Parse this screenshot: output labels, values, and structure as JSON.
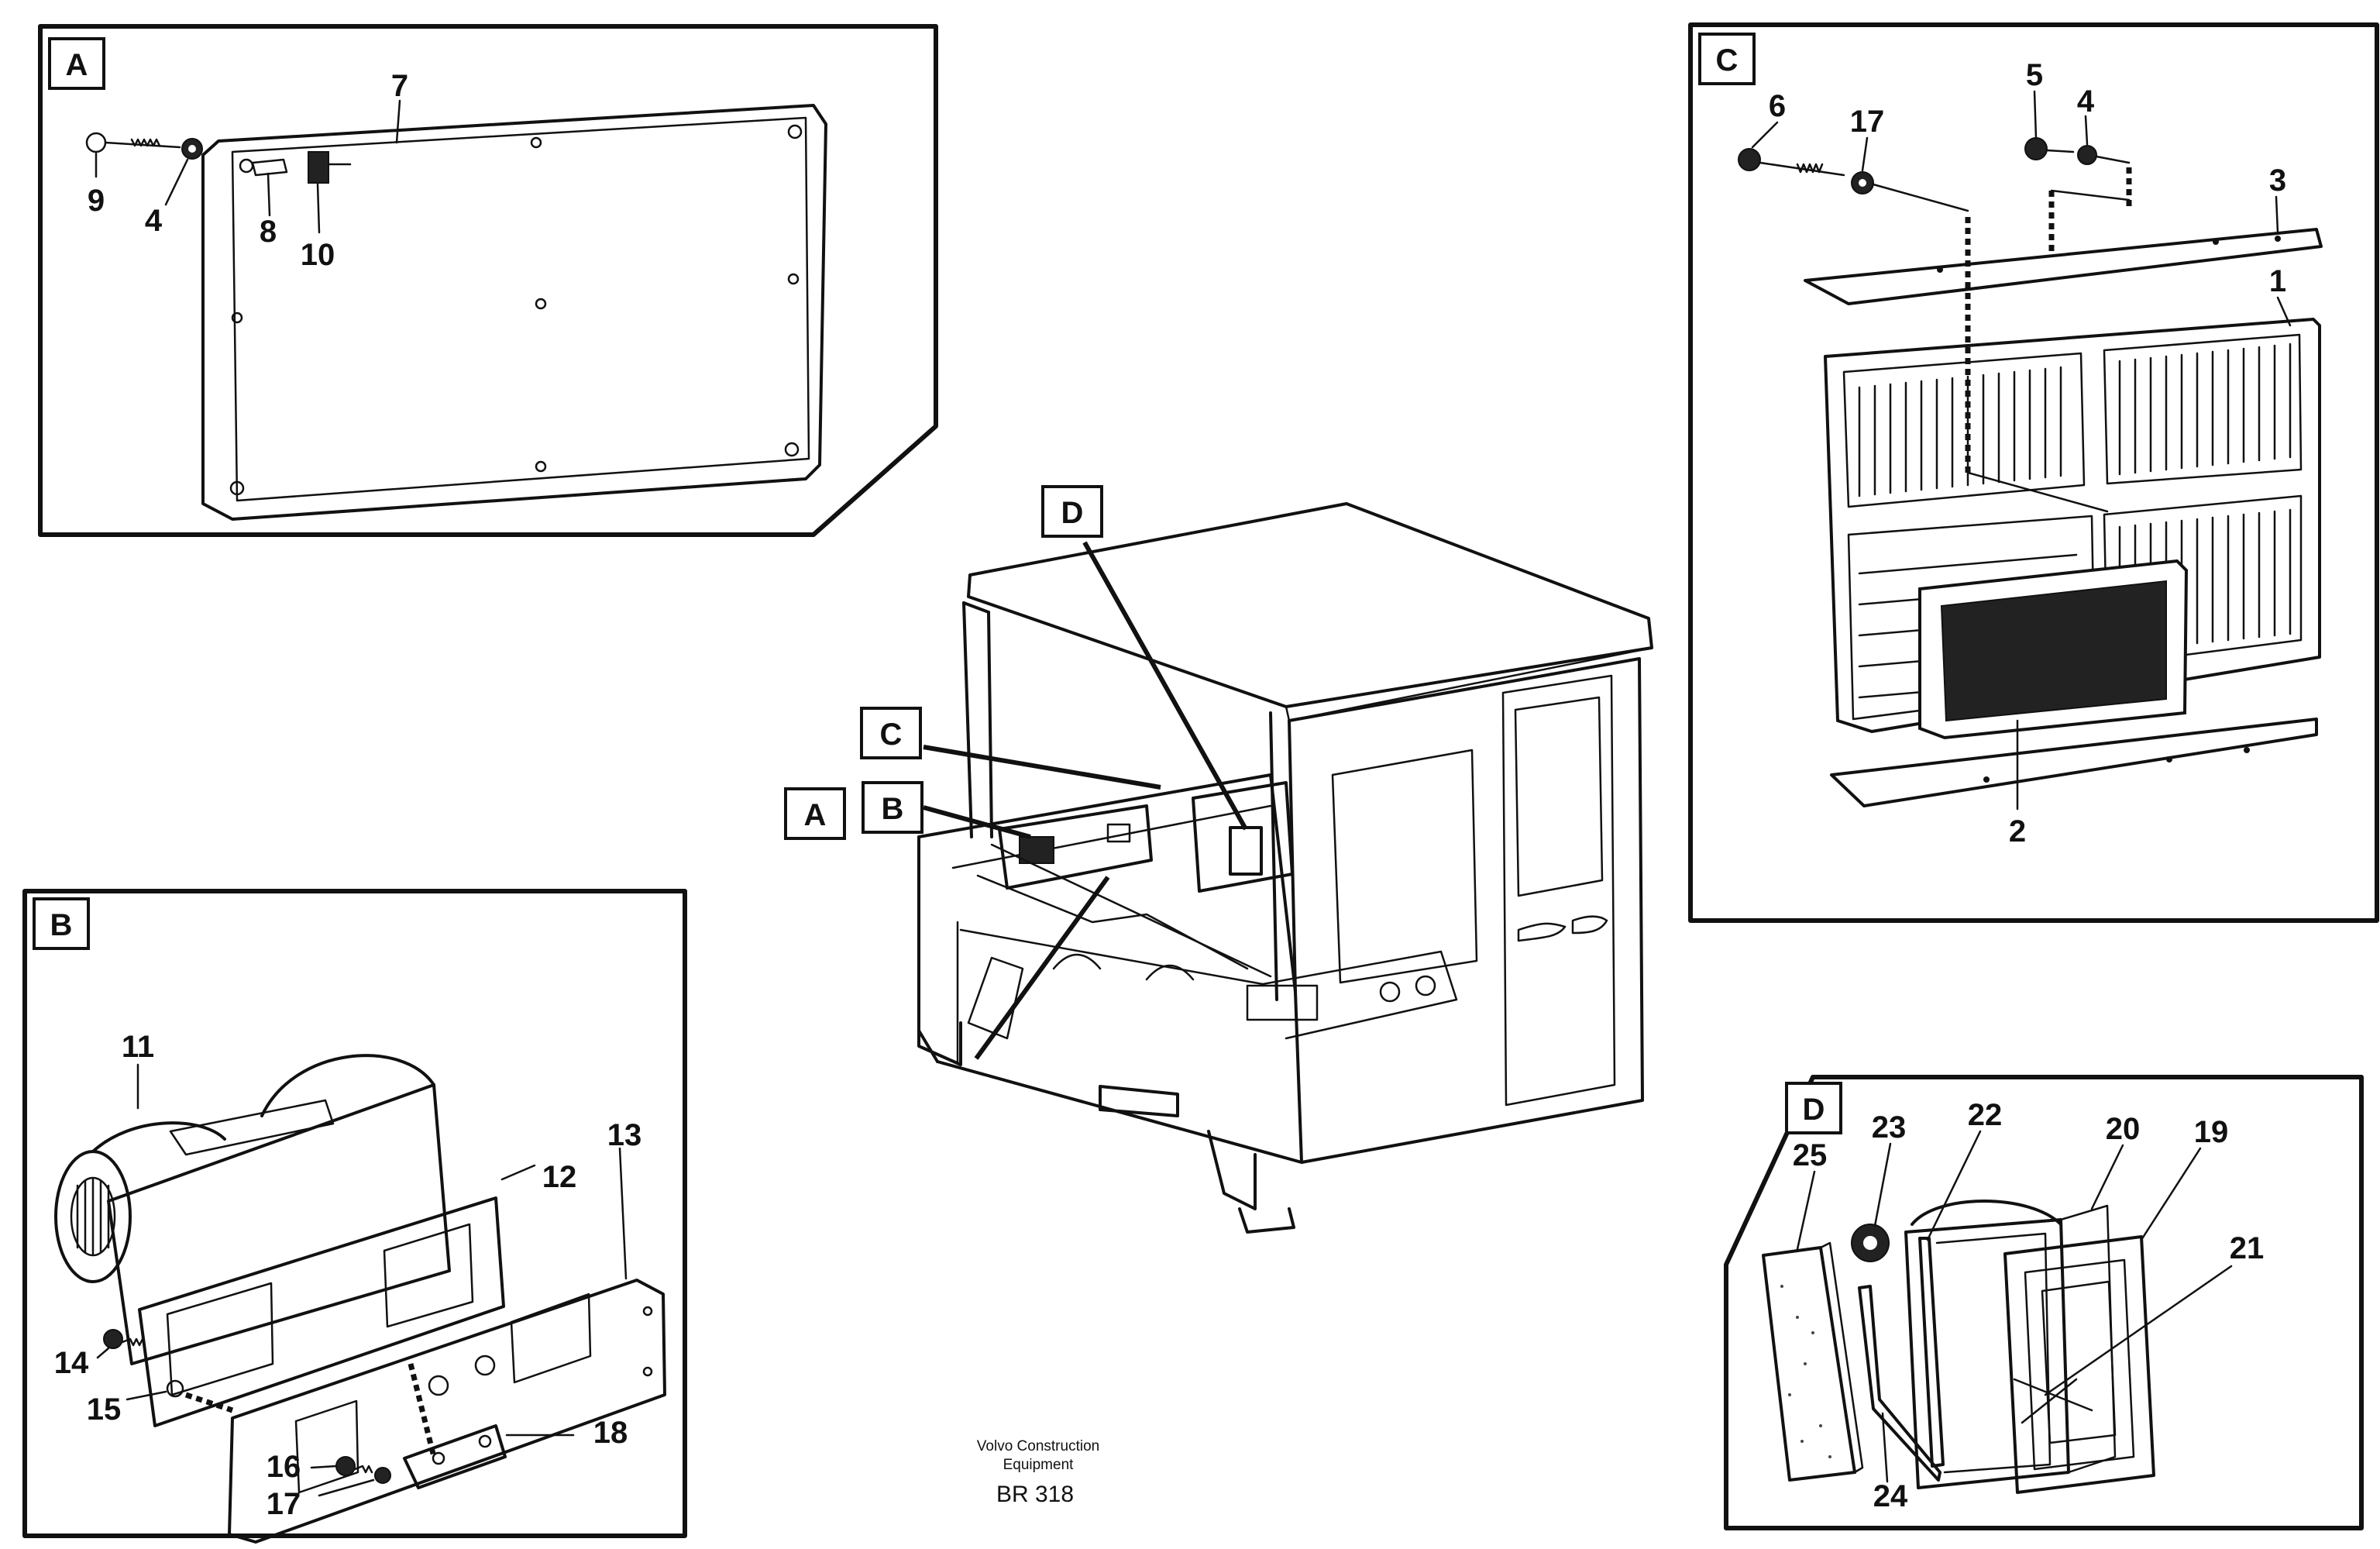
{
  "panels": {
    "A": {
      "tag": "A",
      "callouts": [
        "7",
        "9",
        "4",
        "8",
        "10"
      ]
    },
    "B": {
      "tag": "B",
      "callouts": [
        "11",
        "13",
        "12",
        "14",
        "15",
        "16",
        "17",
        "18"
      ]
    },
    "C": {
      "tag": "C",
      "callouts": [
        "6",
        "17",
        "5",
        "4",
        "3",
        "1",
        "2"
      ]
    },
    "D": {
      "tag": "D",
      "callouts": [
        "23",
        "22",
        "20",
        "19",
        "25",
        "21",
        "24"
      ]
    }
  },
  "cab_tags": {
    "D": "D",
    "C": "C",
    "A": "A",
    "B": "B"
  },
  "footer": {
    "line1": "Volvo Construction",
    "line2": "Equipment",
    "code": "BR 318"
  }
}
